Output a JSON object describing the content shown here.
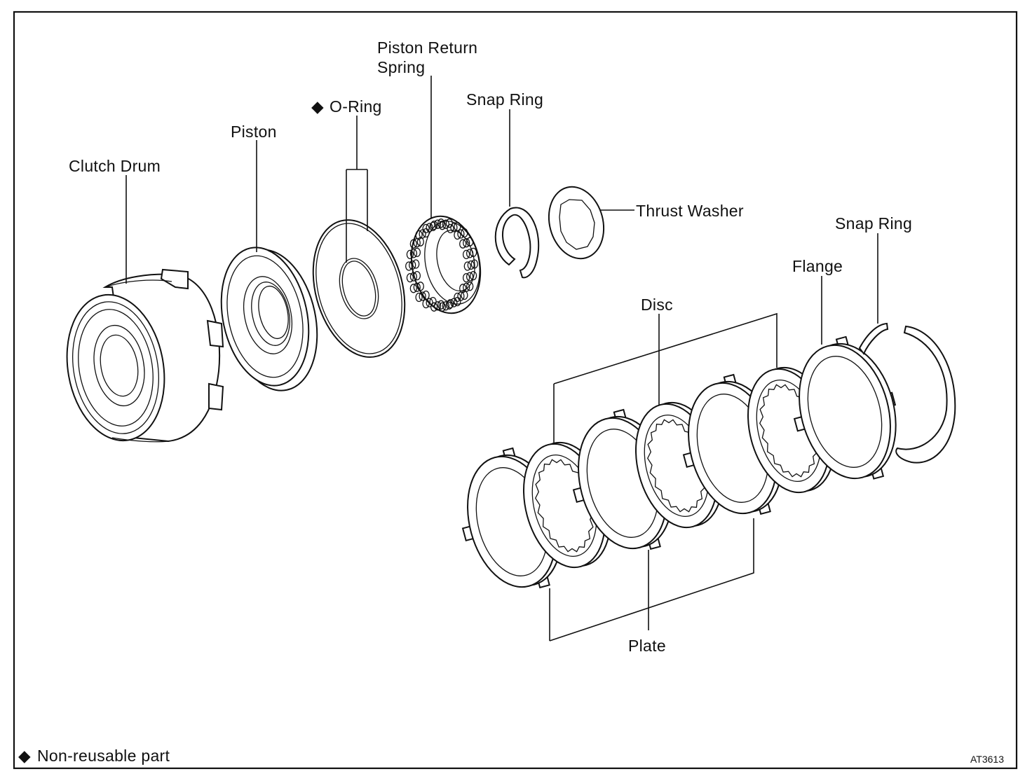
{
  "diagram": {
    "labels": {
      "clutch_drum": "Clutch Drum",
      "piston": "Piston",
      "o_ring": "O-Ring",
      "piston_return_spring_1": "Piston Return",
      "piston_return_spring_2": "Spring",
      "snap_ring_1": "Snap Ring",
      "thrust_washer": "Thrust Washer",
      "snap_ring_2": "Snap Ring",
      "flange": "Flange",
      "disc": "Disc",
      "plate": "Plate"
    },
    "legend": {
      "symbol": "◆",
      "text": "Non-reusable part"
    },
    "figure_code": "AT3613"
  }
}
